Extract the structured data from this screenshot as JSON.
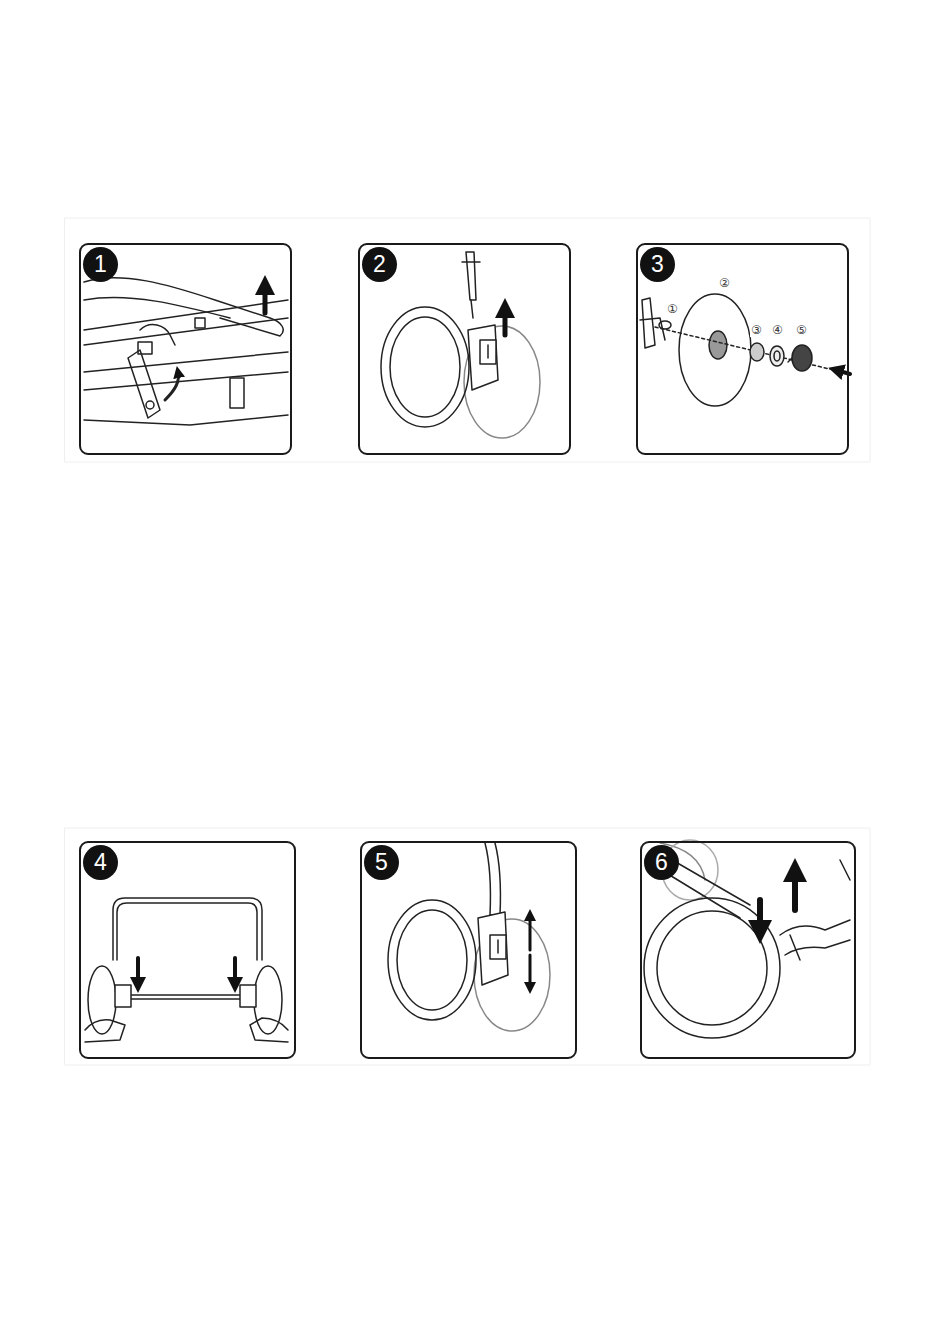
{
  "diagram": {
    "nodes": [
      {
        "text": [
          "1"
        ]
      },
      {
        "text": [
          "2"
        ]
      },
      {
        "text": [
          "3"
        ]
      },
      {
        "text": [
          "4"
        ]
      },
      {
        "text": [
          "5"
        ]
      },
      {
        "text": [
          "6"
        ]
      }
    ],
    "labels": [
      "①",
      "②",
      "③",
      "④",
      "⑤"
    ]
  }
}
